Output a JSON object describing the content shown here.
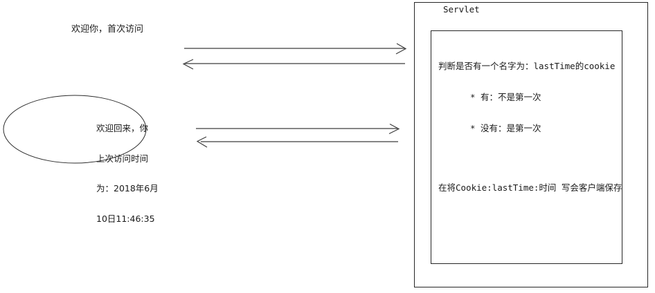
{
  "diagram": {
    "type": "sequence-style cookie flow diagram",
    "browser": {
      "first_visit_label": "欢迎你，首次访问",
      "return_visit_label_lines": [
        "欢迎回来，你",
        "上次访问时间",
        "为：2018年6月",
        "10日11:46:35"
      ]
    },
    "server": {
      "title": "Servlet",
      "logic_lines": [
        "判断是否有一个名字为：lastTime的cookie",
        "* 有：不是第一次",
        "* 没有：是第一次",
        "在将Cookie:lastTime:时间 写会客户端保存"
      ]
    },
    "arrows": [
      {
        "name": "request-1",
        "direction": "right"
      },
      {
        "name": "response-1",
        "direction": "left"
      },
      {
        "name": "request-2",
        "direction": "right"
      },
      {
        "name": "response-2",
        "direction": "left"
      }
    ],
    "colors": {
      "stroke": "#000000",
      "arrow_stroke": "#3c3c3c",
      "panel_border": "#262626",
      "text": "#1a1a1a",
      "background": "#ffffff"
    }
  }
}
